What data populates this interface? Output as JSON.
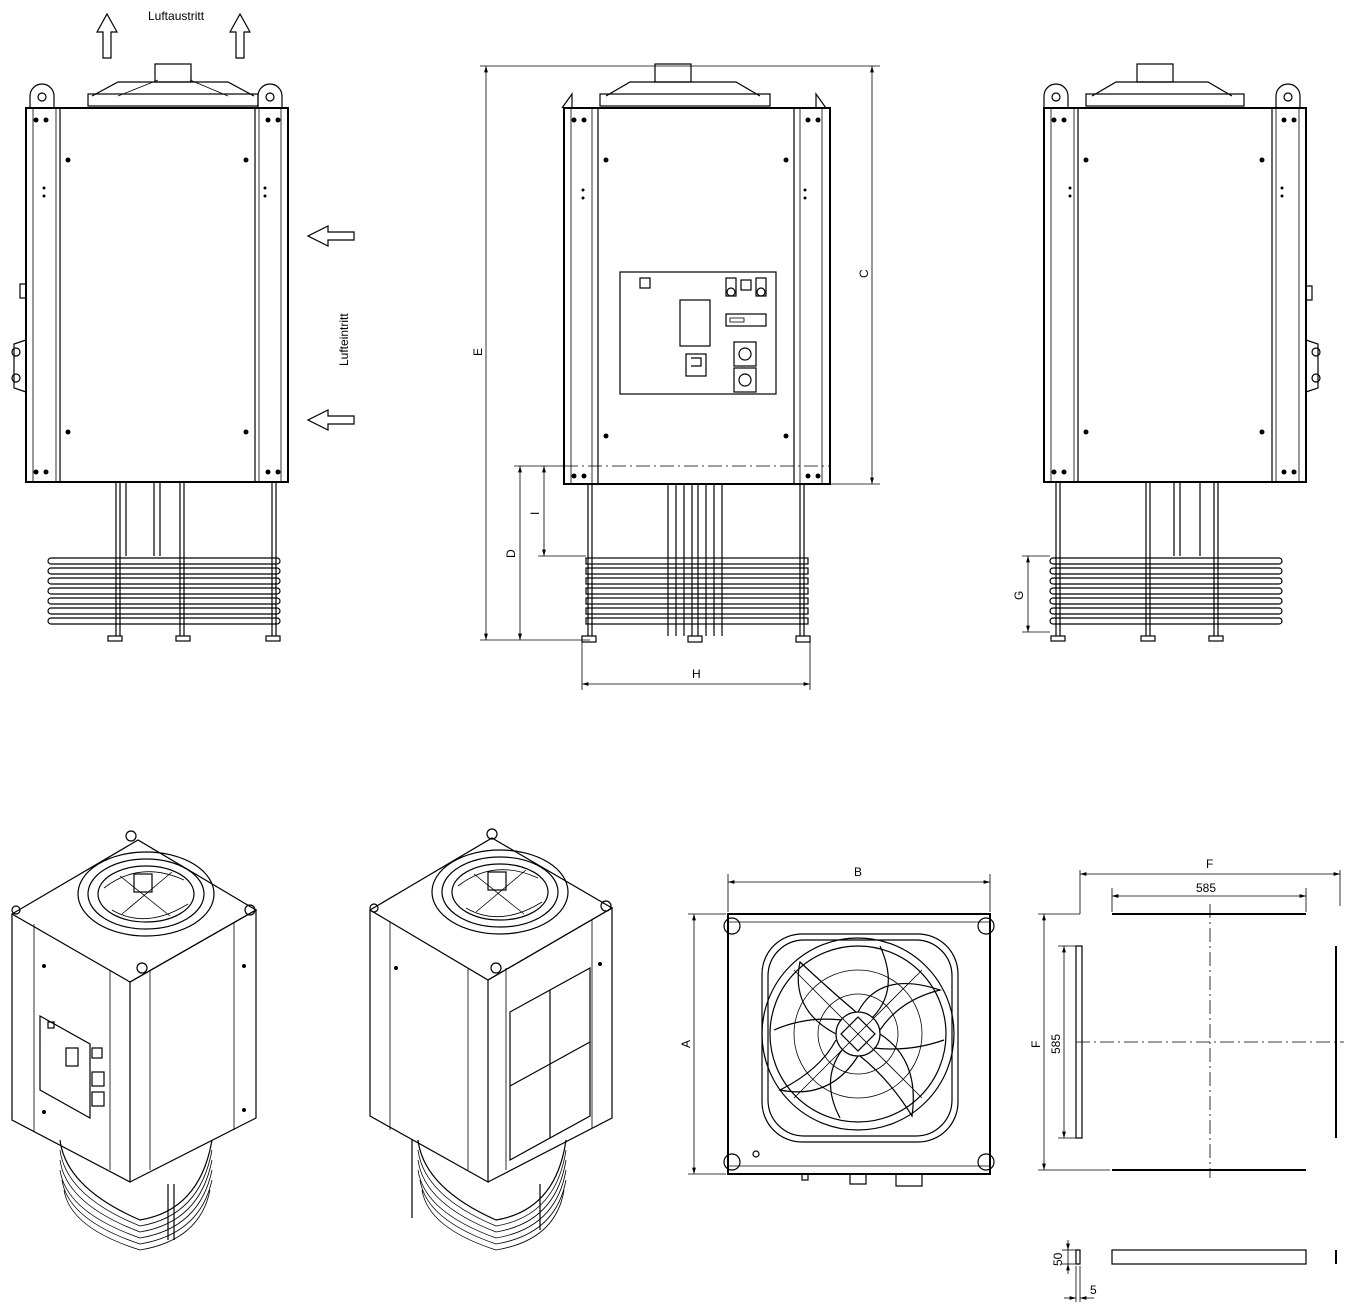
{
  "labels": {
    "air_outlet": "Luftaustritt",
    "air_inlet": "Lufteintritt"
  },
  "dimensions": {
    "A": "A",
    "B": "B",
    "C": "C",
    "D": "D",
    "E": "E",
    "F_top": "F",
    "F_side": "F",
    "G": "G",
    "H": "H",
    "I": "I",
    "top_585": "585",
    "side_585": "585",
    "v50": "50",
    "h5": "5"
  }
}
